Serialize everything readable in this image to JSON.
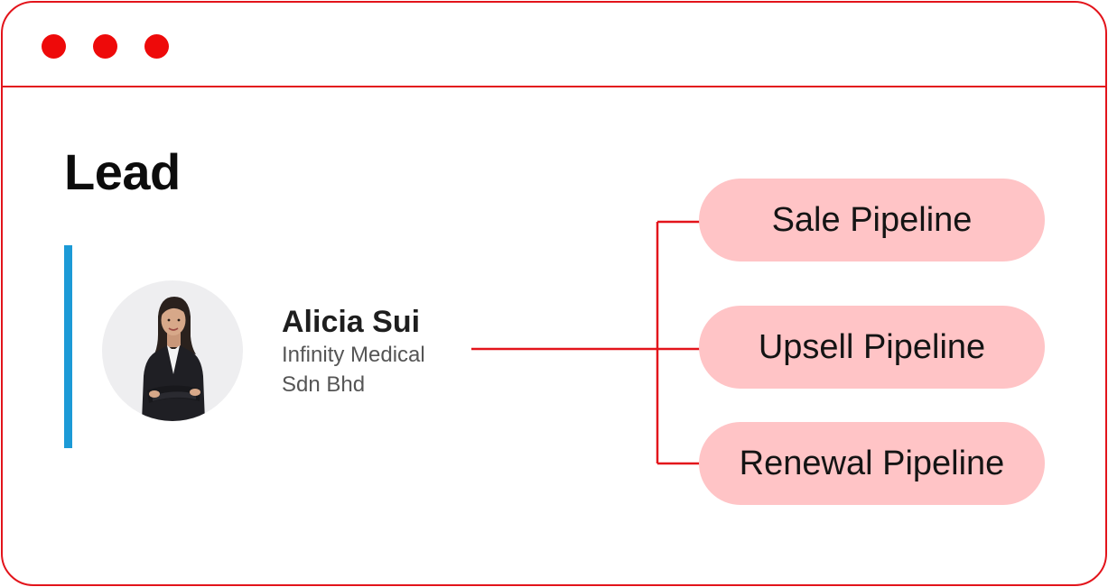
{
  "window": {
    "controls": [
      "close",
      "minimize",
      "maximize"
    ],
    "border_color": "#e3141b",
    "dot_color": "#ee0a0a"
  },
  "lead": {
    "title": "Lead",
    "name": "Alicia Sui",
    "company": "Infinity Medical Sdn Bhd",
    "accent_color": "#1c9ad6"
  },
  "pipelines": [
    {
      "label": "Sale Pipeline"
    },
    {
      "label": "Upsell Pipeline"
    },
    {
      "label": "Renewal Pipeline"
    }
  ],
  "colors": {
    "pill_background": "#ffc4c6",
    "connector": "#e3141b"
  }
}
